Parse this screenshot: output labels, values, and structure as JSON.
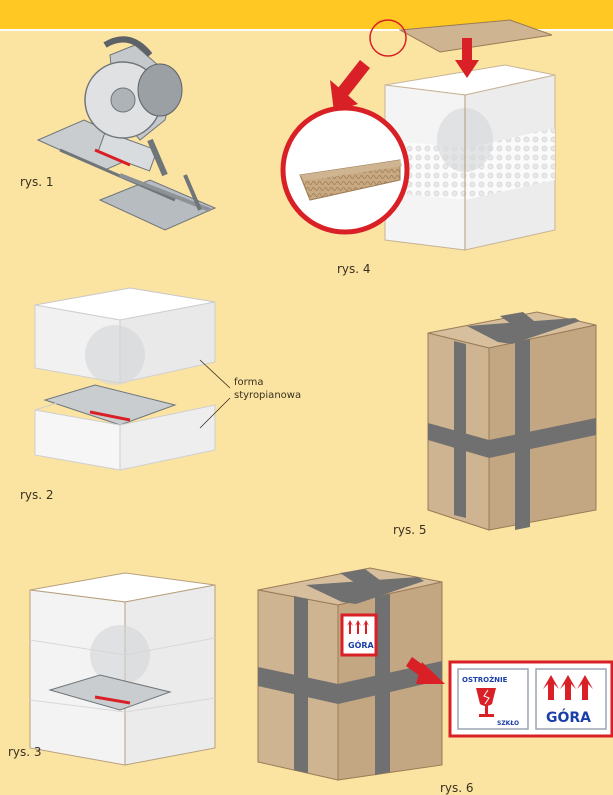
{
  "colors": {
    "background": "#fbe4a2",
    "header_band": "#ffc823",
    "cardboard": "#cfb491",
    "cardboard_dark": "#b99c78",
    "tape": "#707070",
    "foam": "#f4f4f4",
    "arrow_red": "#d92027",
    "label_border": "#d92027"
  },
  "captions": {
    "rys1": "rys. 1",
    "rys2": "rys. 2",
    "rys3": "rys. 3",
    "rys4": "rys. 4",
    "rys5": "rys. 5",
    "rys6": "rys. 6"
  },
  "callout": {
    "line1": "forma",
    "line2": "styropianowa"
  },
  "labels": {
    "fragile_top": "OSTROŻNIE",
    "fragile_bottom": "SZKŁO",
    "up": "GÓRA",
    "up_small": "GÓRA"
  },
  "icons": [
    "miter-saw-icon",
    "glass-fragile-icon",
    "up-arrows-icon"
  ]
}
